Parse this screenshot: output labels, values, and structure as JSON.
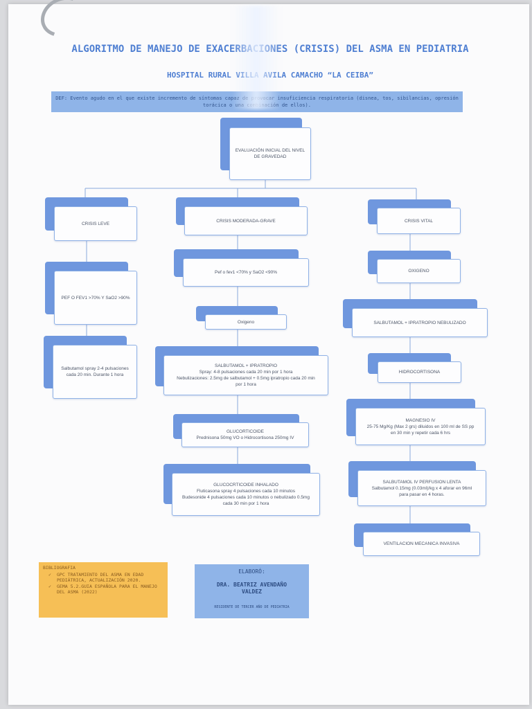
{
  "title_line1": "ALGORITMO DE MANEJO DE EXACERBACIONES (CRISIS) DEL ASMA EN PEDIATRIA",
  "title_line2": "HOSPITAL RURAL VILLA AVILA CAMACHO “LA CEIBA”",
  "definition": "DEF: Evento agudo en el que existe incremento de síntomas capaz de provocar insuficiencia respiratoria (disnea, tos, sibilancias, opresión torácica o una combinación de ellos).",
  "nodes": {
    "root": [
      "EVALUACIÓN INICIAL DEL NIVEL DE GRAVEDAD"
    ],
    "leve": [
      "CRISIS LEVE"
    ],
    "leve_pef": [
      "PEF O FEV1 >70% Y SaO2 >90%"
    ],
    "leve_tx": [
      "Salbutamol spray 2-4 pulsaciones",
      "cada 20 min. Durante 1 hora"
    ],
    "mod": [
      "CRISIS MODERADA-GRAVE"
    ],
    "mod_pef": [
      "Pef o fev1 <70% y SaO2 <90%"
    ],
    "mod_o2": [
      "Oxigeno"
    ],
    "mod_salb": [
      "SALBUTAMOL + IPRATROPIO",
      "Spray: 4-8 pulsaciones cada 20 min por 1 hora",
      "Nebulizaciones: 2.5mg de salbutamol + 0.5mg ipratropio cada 20 min",
      "por 1 hora"
    ],
    "mod_gluco": [
      "GLUCORTICOIDE",
      "Prednisona 50mg VO o Hidrocortisona 250mg IV"
    ],
    "mod_inh": [
      "GLUCOCRTICOIDE INHALADO",
      "Fluticasona spray 4 pulsaciones cada 10 minutos",
      "Budesonide 4 pulsaciones cada 10 minutos o nebulizado 0.5mg",
      "cada 30 min por 1 hora"
    ],
    "vital": [
      "CRISIS VITAL"
    ],
    "vital_o2": [
      "OXIGENO"
    ],
    "vital_salb": [
      "SALBUTAMOL + IPRATROPIO NEBULIZADO"
    ],
    "vital_hidro": [
      "HIDROCORTISONA"
    ],
    "vital_mg": [
      "MAGNESIO IV",
      "25-75 Mg/Kg (Max 2 grs) diluidos en 100 ml de SS pp",
      "en 30 min y repetir cada 6 hrs"
    ],
    "vital_perf": [
      "SALBUTAMOL IV PERFUSION LENTA",
      "Salbutamol 0.15mg (0.03ml)/kg x 4 aforar en 96ml",
      "para pasar en 4 horas."
    ],
    "vital_vent": [
      "VENTILACION MECANICA INVASIVA"
    ]
  },
  "bibliography": {
    "heading": "BIBLIOGRAFIA",
    "items": [
      "GPC TRATAMIENTO DEL ASMA EN EDAD PEDIÁTRICA, ACTUALIZACIÓN 2020.",
      "GEMA 5.2.GUIA ESPAÑOLA PARA EL MANEJO DEL ASMA (2022)"
    ]
  },
  "author": {
    "heading": "ELABORÓ:",
    "name_line1": "DRA. BEATRIZ AVENDAÑO",
    "name_line2": "VALDEZ",
    "role": "RESIDENTE DE TERCER AÑO DE PEDIATRIA"
  }
}
